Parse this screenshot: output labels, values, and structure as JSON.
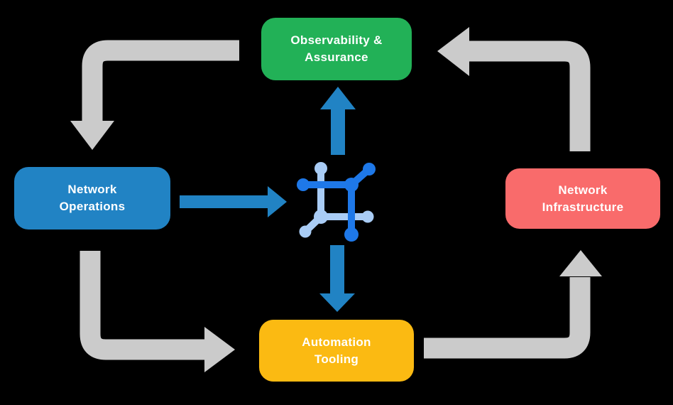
{
  "diagram": {
    "background_color": "#000000",
    "text_color": "#FFFFFF",
    "nodes": [
      {
        "id": "observability-assurance",
        "lines": [
          "Observability &",
          "Assurance"
        ],
        "color": "#22B157"
      },
      {
        "id": "network-operations",
        "lines": [
          "Network",
          "Operations"
        ],
        "color": "#2183C4"
      },
      {
        "id": "network-infrastructure",
        "lines": [
          "Network",
          "Infrastructure"
        ],
        "color": "#F96B6B"
      },
      {
        "id": "automation-tooling",
        "lines": [
          "Automation",
          "Tooling"
        ],
        "color": "#FBBA12"
      }
    ],
    "cycle_arrows": {
      "color": "#CBCBCB",
      "flows": [
        {
          "from": "observability-assurance",
          "to": "network-operations"
        },
        {
          "from": "network-operations",
          "to": "automation-tooling"
        },
        {
          "from": "automation-tooling",
          "to": "network-infrastructure"
        },
        {
          "from": "network-infrastructure",
          "to": "observability-assurance"
        }
      ]
    },
    "center_arrows": {
      "color": "#2183C4",
      "flows": [
        {
          "from": "network-operations",
          "to": "center-icon"
        },
        {
          "from": "center-icon",
          "to": "observability-assurance"
        },
        {
          "from": "center-icon",
          "to": "automation-tooling"
        }
      ]
    },
    "center_icon": {
      "name": "network-automation-icon",
      "dark_blue": "#1E78E8",
      "light_blue": "#A9CCF5"
    }
  }
}
